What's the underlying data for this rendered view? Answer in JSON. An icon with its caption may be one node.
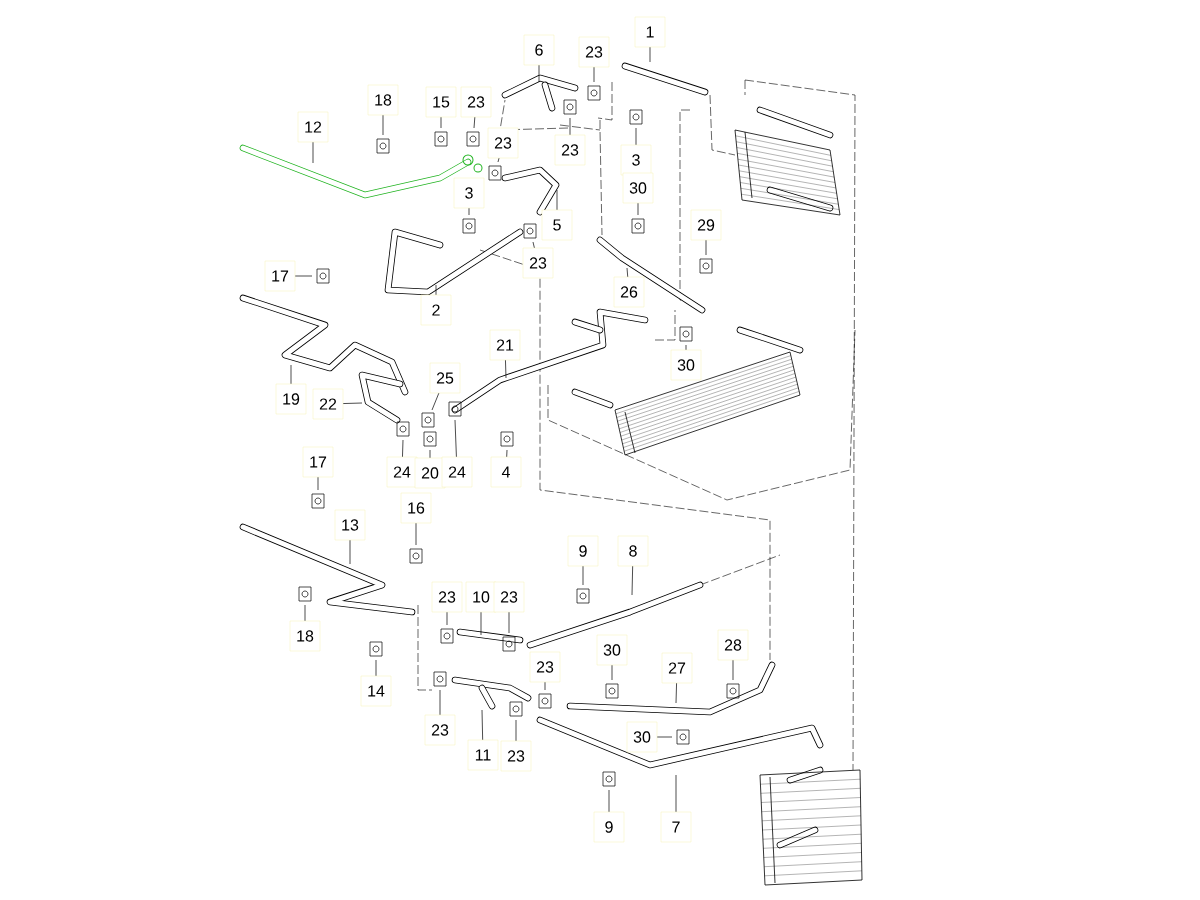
{
  "diagram": {
    "nodes": [
      {
        "text": [
          "1"
        ]
      },
      {
        "text": [
          "23"
        ]
      },
      {
        "text": [
          "6"
        ]
      },
      {
        "text": [
          "18"
        ]
      },
      {
        "text": [
          "15"
        ]
      },
      {
        "text": [
          "23"
        ]
      },
      {
        "text": [
          "12"
        ]
      },
      {
        "text": [
          "23"
        ]
      },
      {
        "text": [
          "23"
        ]
      },
      {
        "text": [
          "3"
        ]
      },
      {
        "text": [
          "30"
        ]
      },
      {
        "text": [
          "3"
        ]
      },
      {
        "text": [
          "5"
        ]
      },
      {
        "text": [
          "29"
        ]
      },
      {
        "text": [
          "17"
        ]
      },
      {
        "text": [
          "23"
        ]
      },
      {
        "text": [
          "26"
        ]
      },
      {
        "text": [
          "2"
        ]
      },
      {
        "text": [
          "21"
        ]
      },
      {
        "text": [
          "30"
        ]
      },
      {
        "text": [
          "25"
        ]
      },
      {
        "text": [
          "19"
        ]
      },
      {
        "text": [
          "22"
        ]
      },
      {
        "text": [
          "24"
        ]
      },
      {
        "text": [
          "20"
        ]
      },
      {
        "text": [
          "24"
        ]
      },
      {
        "text": [
          "4"
        ]
      },
      {
        "text": [
          "17"
        ]
      },
      {
        "text": [
          "16"
        ]
      },
      {
        "text": [
          "13"
        ]
      },
      {
        "text": [
          "9"
        ]
      },
      {
        "text": [
          "8"
        ]
      },
      {
        "text": [
          "23"
        ]
      },
      {
        "text": [
          "10"
        ]
      },
      {
        "text": [
          "23"
        ]
      },
      {
        "text": [
          "30"
        ]
      },
      {
        "text": [
          "28"
        ]
      },
      {
        "text": [
          "27"
        ]
      },
      {
        "text": [
          "23"
        ]
      },
      {
        "text": [
          "18"
        ]
      },
      {
        "text": [
          "14"
        ]
      },
      {
        "text": [
          "23"
        ]
      },
      {
        "text": [
          "11"
        ]
      },
      {
        "text": [
          "23"
        ]
      },
      {
        "text": [
          "30"
        ]
      },
      {
        "text": [
          "9"
        ]
      },
      {
        "text": [
          "7"
        ]
      }
    ],
    "edges": [
      {
        "from": 0,
        "to": null,
        "arrow": "none"
      },
      {
        "from": 1,
        "to": null,
        "arrow": "none"
      },
      {
        "from": 2,
        "to": null,
        "arrow": "none"
      },
      {
        "from": 3,
        "to": null,
        "arrow": "none"
      },
      {
        "from": 4,
        "to": null,
        "arrow": "none"
      },
      {
        "from": 5,
        "to": null,
        "arrow": "none"
      },
      {
        "from": 6,
        "to": null,
        "arrow": "none"
      },
      {
        "from": 7,
        "to": null,
        "arrow": "none"
      },
      {
        "from": 8,
        "to": null,
        "arrow": "none"
      },
      {
        "from": 9,
        "to": null,
        "arrow": "none"
      },
      {
        "from": 10,
        "to": null,
        "arrow": "none"
      },
      {
        "from": 11,
        "to": null,
        "arrow": "none"
      },
      {
        "from": 12,
        "to": null,
        "arrow": "none"
      },
      {
        "from": 13,
        "to": null,
        "arrow": "none"
      },
      {
        "from": 14,
        "to": null,
        "arrow": "none"
      },
      {
        "from": 15,
        "to": null,
        "arrow": "none"
      },
      {
        "from": 16,
        "to": null,
        "arrow": "none"
      },
      {
        "from": 17,
        "to": null,
        "arrow": "none"
      },
      {
        "from": 18,
        "to": null,
        "arrow": "none"
      },
      {
        "from": 19,
        "to": null,
        "arrow": "none"
      },
      {
        "from": 20,
        "to": null,
        "arrow": "none"
      },
      {
        "from": 21,
        "to": null,
        "arrow": "none"
      },
      {
        "from": 22,
        "to": null,
        "arrow": "none"
      },
      {
        "from": 23,
        "to": null,
        "arrow": "none"
      },
      {
        "from": 24,
        "to": null,
        "arrow": "none"
      },
      {
        "from": 25,
        "to": null,
        "arrow": "none"
      },
      {
        "from": 26,
        "to": null,
        "arrow": "none"
      },
      {
        "from": 27,
        "to": null,
        "arrow": "none"
      },
      {
        "from": 28,
        "to": null,
        "arrow": "none"
      },
      {
        "from": 29,
        "to": null,
        "arrow": "none"
      },
      {
        "from": 30,
        "to": null,
        "arrow": "none"
      },
      {
        "from": 31,
        "to": null,
        "arrow": "none"
      },
      {
        "from": 32,
        "to": null,
        "arrow": "none"
      },
      {
        "from": 33,
        "to": null,
        "arrow": "none"
      },
      {
        "from": 34,
        "to": null,
        "arrow": "none"
      },
      {
        "from": 35,
        "to": null,
        "arrow": "none"
      },
      {
        "from": 36,
        "to": null,
        "arrow": "none"
      },
      {
        "from": 37,
        "to": null,
        "arrow": "none"
      },
      {
        "from": 38,
        "to": null,
        "arrow": "none"
      },
      {
        "from": 39,
        "to": null,
        "arrow": "none"
      },
      {
        "from": 40,
        "to": null,
        "arrow": "none"
      },
      {
        "from": 41,
        "to": null,
        "arrow": "none"
      },
      {
        "from": 42,
        "to": null,
        "arrow": "none"
      },
      {
        "from": 43,
        "to": null,
        "arrow": "none"
      },
      {
        "from": 44,
        "to": null,
        "arrow": "none"
      },
      {
        "from": 45,
        "to": null,
        "arrow": "none"
      },
      {
        "from": 46,
        "to": null,
        "arrow": "none"
      }
    ]
  }
}
